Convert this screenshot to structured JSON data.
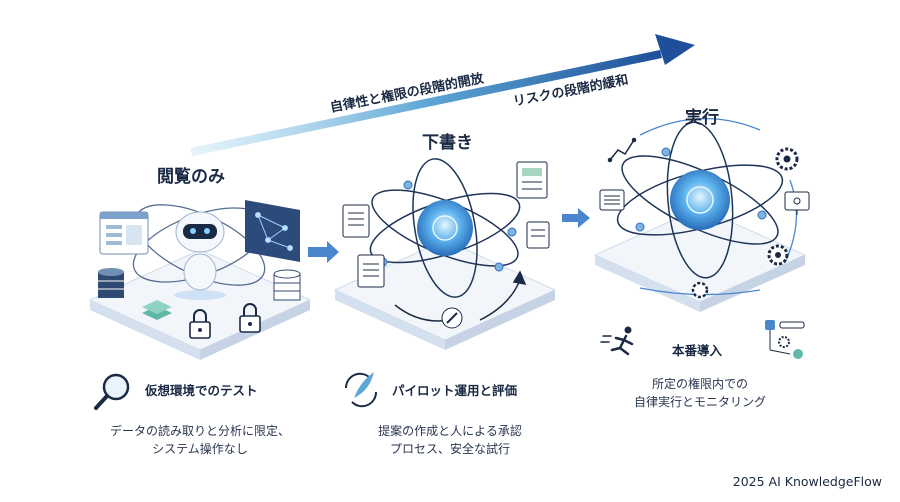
{
  "banner": {
    "progress_label": "自律性と権限の段階的開放",
    "risk_label": "リスクの段階的緩和"
  },
  "stages": [
    {
      "title": "閲覧のみ",
      "subtitle": "仮想環境でのテスト",
      "description": [
        "データの読み取りと分析に限定、",
        "システム操作なし"
      ]
    },
    {
      "title": "下書き",
      "subtitle": "パイロット運用と評価",
      "description": [
        "提案の作成と人による承認",
        "プロセス、安全な試行"
      ]
    },
    {
      "title": "実行",
      "subtitle": "本番導入",
      "description": [
        "所定の権限内での",
        "自律実行とモニタリング"
      ]
    }
  ],
  "footer": "2025 AI KnowledgeFlow",
  "colors": {
    "navy": "#1b2a44",
    "blue": "#2f6fc0",
    "light_blue": "#bfd9f2",
    "platform": "#eef3f9"
  }
}
